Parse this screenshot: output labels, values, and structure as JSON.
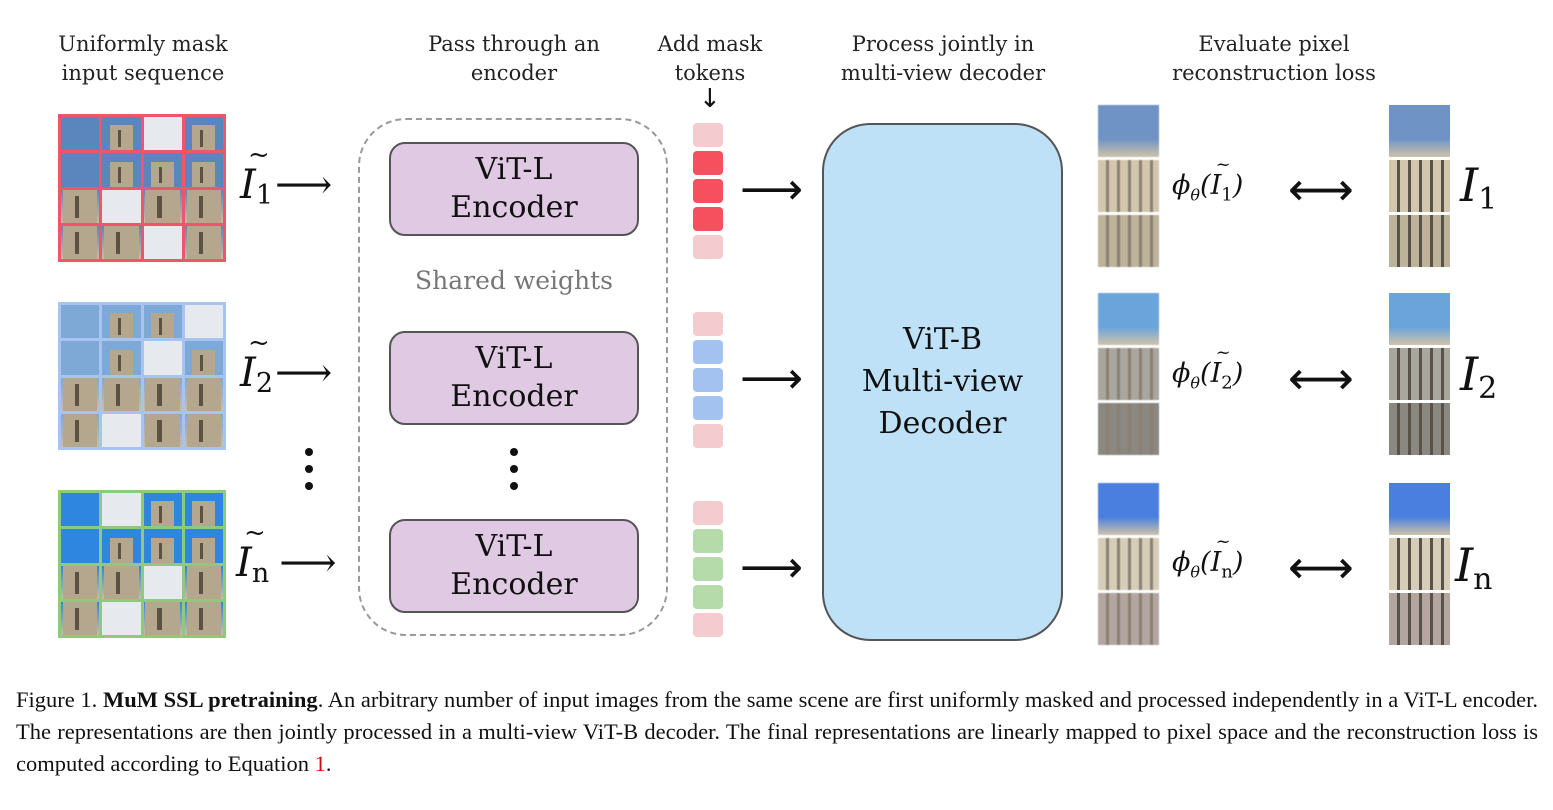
{
  "stages": {
    "mask": "Uniformly mask\ninput sequence",
    "encode": "Pass through an\nencoder",
    "tokens": "Add mask\ntokens",
    "decode": "Process jointly in\nmulti-view decoder",
    "evaluate": "Evaluate pixel\nreconstruction loss"
  },
  "token_arrow": "↓",
  "inputs": [
    {
      "symbol": "I",
      "index": "1",
      "border_color": "#f0566a",
      "masked_cells": [
        2,
        9,
        14
      ],
      "token_color": "#f6505f",
      "token_mask_color": "#f4cccf"
    },
    {
      "symbol": "I",
      "index": "2",
      "border_color": "#a7c4f0",
      "masked_cells": [
        3,
        6,
        13
      ],
      "token_color": "#a3c2f0",
      "token_mask_color": "#f4cccf"
    },
    {
      "symbol": "I",
      "index": "n",
      "border_color": "#8fc97d",
      "masked_cells": [
        1,
        10,
        13
      ],
      "token_color": "#b6dbab",
      "token_mask_color": "#f4cccf"
    }
  ],
  "arrow_right": "⟶",
  "encoder": {
    "line1": "ViT-L",
    "line2": "Encoder",
    "fill": "#e0c9e3"
  },
  "shared_weights": "Shared weights",
  "decoder": {
    "line1": "ViT-B",
    "line2": "Multi-view",
    "line3": "Decoder",
    "fill": "#bfe1f7"
  },
  "outputs": [
    {
      "phi": "ϕ",
      "theta": "θ",
      "symbol": "I",
      "index": "1",
      "target_symbol": "I",
      "target_index": "1"
    },
    {
      "phi": "ϕ",
      "theta": "θ",
      "symbol": "I",
      "index": "2",
      "target_symbol": "I",
      "target_index": "2"
    },
    {
      "phi": "ϕ",
      "theta": "θ",
      "symbol": "I",
      "index": "n",
      "target_symbol": "I",
      "target_index": "n"
    }
  ],
  "double_arrow": "⟷",
  "caption": {
    "prefix": "Figure 1.",
    "bold": "MuM  SSL pretraining",
    "text": ". An arbitrary number of input images from the same scene are first uniformly masked and processed independently in a ViT-L encoder. The representations are then jointly processed in a multi-view ViT-B decoder. The final representations are linearly mapped to pixel space and the reconstruction loss is computed according to Equation ",
    "ref": "1",
    "suffix": "."
  }
}
